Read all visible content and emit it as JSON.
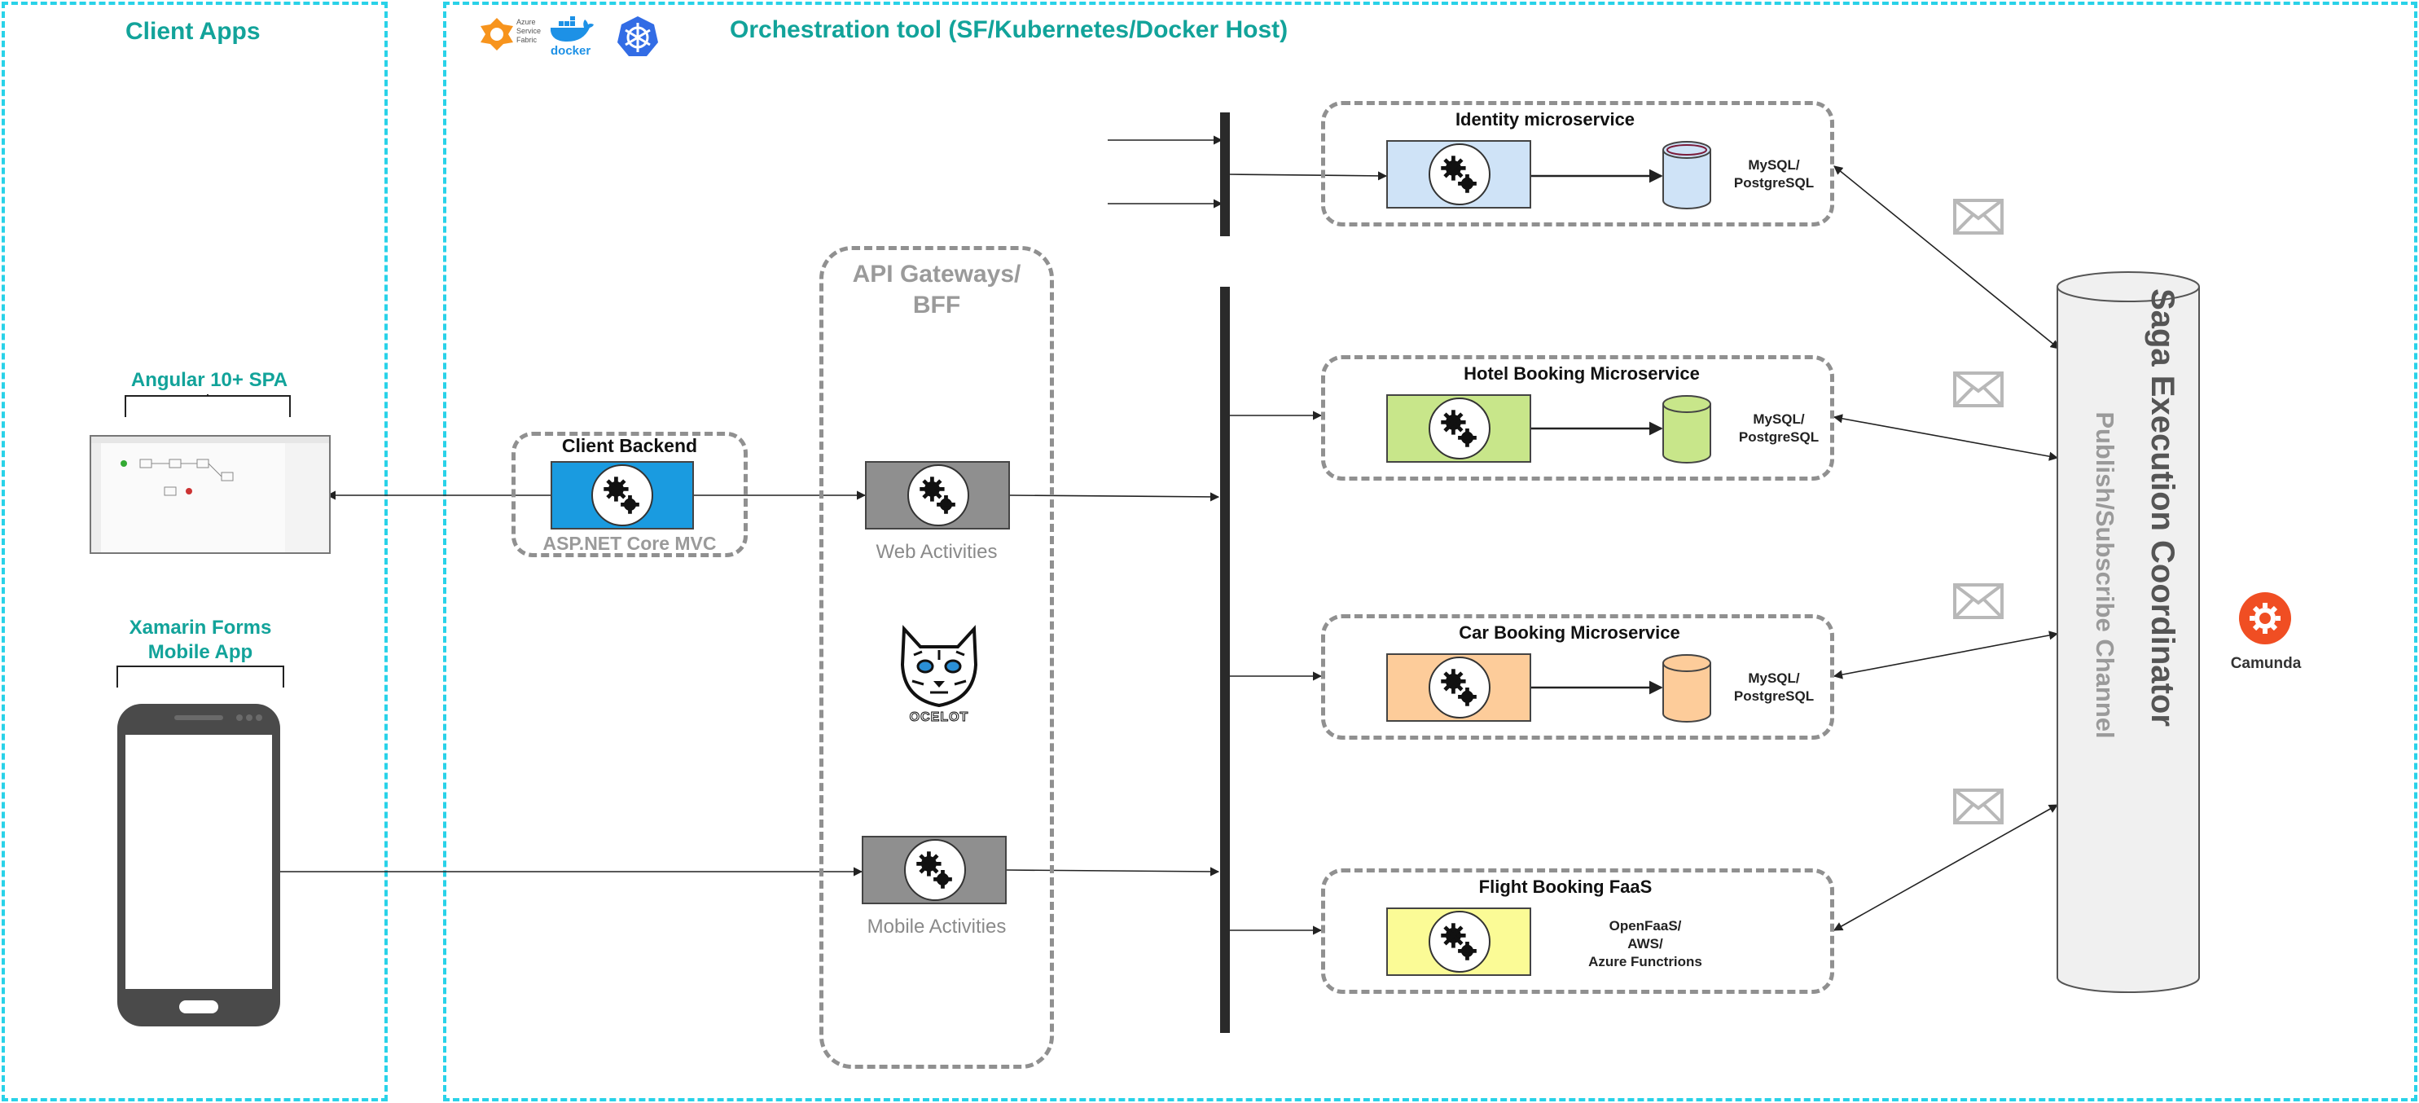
{
  "regions": {
    "client_apps": "Client Apps",
    "orchestration": "Orchestration tool (SF/Kubernetes/Docker Host)"
  },
  "orchestrator_logos": {
    "azure_sf_lines": [
      "Azure",
      "Service",
      "Fabric"
    ],
    "docker": "docker"
  },
  "clients": {
    "spa": "Angular 10+ SPA",
    "mobile_line1": "Xamarin Forms",
    "mobile_line2": "Mobile App"
  },
  "client_backend": {
    "title": "Client Backend",
    "subtitle": "ASP.NET Core MVC"
  },
  "gateway": {
    "title_line1": "API Gateways/",
    "title_line2": "BFF",
    "web": "Web Activities",
    "mobile": "Mobile Activities",
    "ocelot": "OCELOT"
  },
  "services": [
    {
      "title": "Identity microservice",
      "db_line1": "MySQL/",
      "db_line2": "PostgreSQL",
      "color": "#cfe3f7",
      "db_color": "#cfe3f7"
    },
    {
      "title": "Hotel Booking Microservice",
      "db_line1": "MySQL/",
      "db_line2": "PostgreSQL",
      "color": "#c8e68a",
      "db_color": "#c8e68a"
    },
    {
      "title": "Car Booking Microservice",
      "db_line1": "MySQL/",
      "db_line2": "PostgreSQL",
      "color": "#fdcc9a",
      "db_color": "#fdcc9a"
    }
  ],
  "faas": {
    "title": "Flight Booking FaaS",
    "line1": "OpenFaaS/",
    "line2": "AWS/",
    "line3": "Azure Functrions",
    "color": "#fbfb96"
  },
  "saga": {
    "title": "Saga Execution Coordinator",
    "subtitle": "Publish/Subscribe Channel"
  },
  "camunda": "Camunda",
  "colors": {
    "teal": "#12a39a",
    "cyan_border": "#29d2e8",
    "client_backend_blue": "#1a9be0",
    "gateway_gray": "#8f8f8f",
    "camunda_orange": "#f04e23"
  }
}
